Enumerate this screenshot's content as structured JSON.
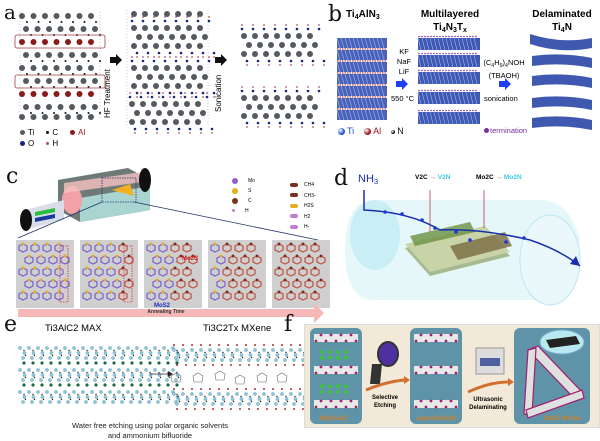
{
  "panels": {
    "a": {
      "label": "a",
      "step1": "HF Treatment",
      "step2": "Sonication",
      "legend": [
        {
          "name": "Ti",
          "color": "#555a60"
        },
        {
          "name": "C",
          "color": "#111111"
        },
        {
          "name": "Al",
          "color": "#8b1a1a"
        },
        {
          "name": "O",
          "color": "#1a237e"
        },
        {
          "name": "H",
          "color": "#b05060"
        }
      ]
    },
    "b": {
      "label": "b",
      "start": "Ti4AlN3",
      "start_parts": [
        "Ti",
        "4",
        "AlN",
        "3"
      ],
      "middle_title": "Multilayered",
      "end_title": "Delaminated",
      "mx_parts": [
        "Ti",
        "4",
        "N",
        "3",
        "T",
        "x"
      ],
      "reagents1": [
        "KF",
        "NaF",
        "LiF"
      ],
      "temp": "550 °C",
      "reagent2_line1": "(C4H9)4NOH",
      "reagent2_parts": [
        "(C",
        "4",
        "H",
        "9",
        ")",
        "4",
        "NOH"
      ],
      "reagent2_line2": "(TBAOH)",
      "process2": "sonication",
      "legend": [
        {
          "name": "Ti",
          "color": "#1f4fc8"
        },
        {
          "name": "Al",
          "color": "#a01020"
        },
        {
          "name": "N",
          "color": "#111111"
        }
      ],
      "termination_label": "termination",
      "termination_color": "#7b2d9b"
    },
    "c": {
      "label": "c",
      "legend_atoms": [
        {
          "name": "Mo",
          "color": "#8e5fd0"
        },
        {
          "name": "S",
          "color": "#e0b020"
        },
        {
          "name": "C",
          "color": "#7a3020"
        },
        {
          "name": "H",
          "color": "#c080d0"
        }
      ],
      "legend_molecules": [
        "CH4",
        "CH3-",
        "H2S",
        "H2",
        "H-"
      ],
      "mo2c_label": "Mo2C",
      "mos2_label": "MoS2",
      "annealing_label": "Annealing Time",
      "frames": 5
    },
    "d": {
      "label": "d",
      "gas": "NH3",
      "reaction1_from": "V2C",
      "reaction1_to": "V2N",
      "reaction2_from": "Mo2C",
      "reaction2_to": "Mo2N",
      "arrow": "→"
    },
    "e": {
      "label": "e",
      "left_title": "Ti3AlC2 MAX",
      "right_title": "Ti3C2Tx MXene",
      "caption_line1": "Water free etching using polar organic solvents",
      "caption_line2": "and ammonium bifluoride"
    },
    "f": {
      "label": "f",
      "box1": "Mo2Ga2C",
      "step1_line1": "Selective",
      "step1_line2": "Etching",
      "box2": "Layered Mo2C",
      "step2_line1": "Ultrasonic",
      "step2_line2": "Delaminating",
      "box3": "Mo2C Mxene",
      "inset_label": "Mxene"
    }
  }
}
